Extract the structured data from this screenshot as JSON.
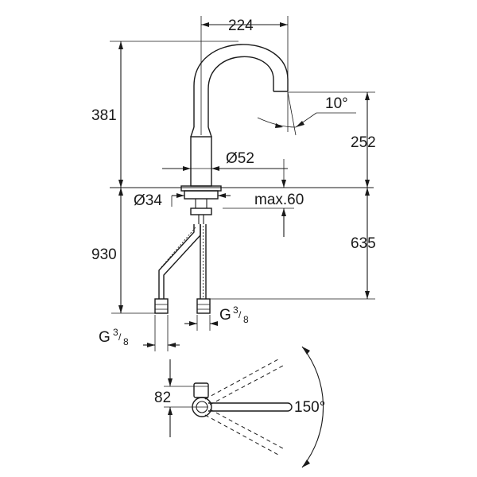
{
  "dimensions": {
    "spout_reach": "224",
    "total_height_above_deck": "381",
    "spout_angle": "10°",
    "spout_outlet_height": "252",
    "body_diameter": "Ø52",
    "hole_diameter": "Ø34",
    "max_deck_thickness": "max.60",
    "hose_length_total": "930",
    "hose_length_fixed": "635",
    "connection_left": {
      "base": "G",
      "num": "3",
      "den": "8"
    },
    "connection_right": {
      "base": "G",
      "num": "3",
      "den": "8"
    },
    "plan_offset": "82",
    "swivel_angle": "150°"
  }
}
